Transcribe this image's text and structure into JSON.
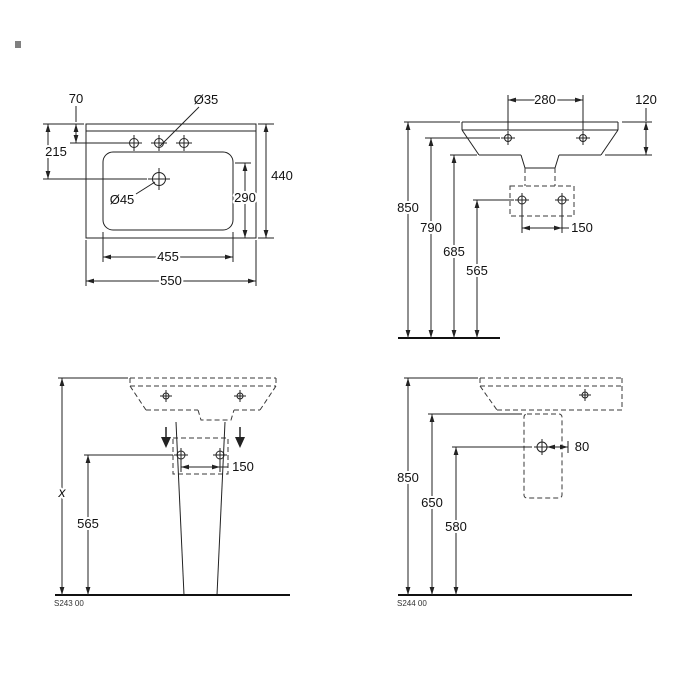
{
  "drawing": {
    "background": "#ffffff",
    "line_color": "#222222"
  },
  "views": {
    "plan": {
      "dims": {
        "rear_to_tap": "70",
        "tap_hole_diameter": "Ø35",
        "rear_to_drain": "215",
        "total_depth": "440",
        "bowl_depth": "290",
        "drain_diameter": "Ø45",
        "bowl_width": "455",
        "total_width": "550"
      }
    },
    "front": {
      "dims": {
        "fixing_spacing": "280",
        "apron_height": "120",
        "rim_height": "850",
        "fixing_height": "790",
        "underside_height": "685",
        "lower_fixing_height": "565",
        "lower_fixing_spacing": "150"
      }
    },
    "front_with_pedestal": {
      "dims": {
        "total_height": "x",
        "fixing_height": "565",
        "fixing_spacing": "150"
      },
      "model_number": "S243 00"
    },
    "side_with_pedestal": {
      "dims": {
        "rim_height": "850",
        "underside_height": "650",
        "outlet_height": "580",
        "outlet_offset": "80"
      },
      "model_number": "S244 00"
    }
  }
}
